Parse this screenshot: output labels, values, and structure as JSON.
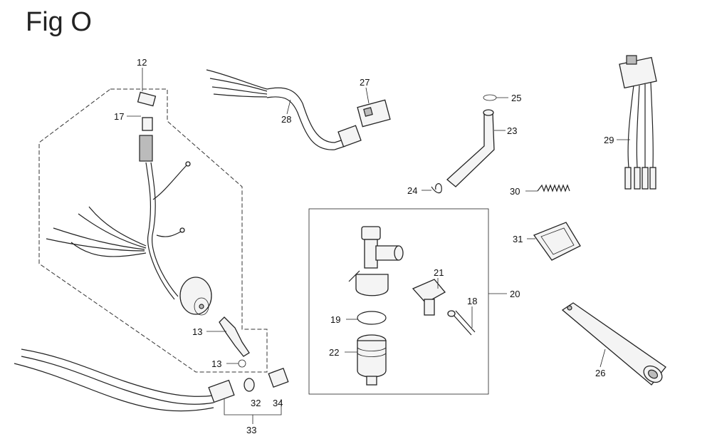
{
  "title": "Fig O",
  "callouts": {
    "p12": "12",
    "p17": "17",
    "p13a": "13",
    "p13b": "13",
    "p28": "28",
    "p27": "27",
    "p25": "25",
    "p23": "23",
    "p24": "24",
    "p30": "30",
    "p29": "29",
    "p31": "31",
    "p21": "21",
    "p20": "20",
    "p18": "18",
    "p19": "19",
    "p22": "22",
    "p26": "26",
    "p32": "32",
    "p34": "34",
    "p33": "33"
  }
}
